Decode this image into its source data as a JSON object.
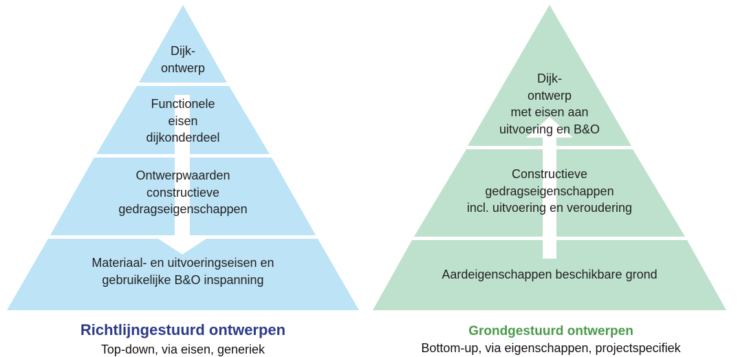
{
  "colors": {
    "left_fill": "#bde3f6",
    "right_fill": "#bee1cd",
    "arrow": "#ffffff",
    "left_title": "#2b3a8a",
    "right_title": "#4a9a4a"
  },
  "left": {
    "levels": [
      "Dijk-\nontwerp",
      "Functionele\neisen\ndijkonderdeel",
      "Ontwerpwaarden\nconstructieve\ngedragseigenschappen",
      "Materiaal- en uitvoeringseisen en\ngebruikelijke B&O inspanning"
    ],
    "arrow_direction": "down",
    "title": "Richtlijngestuurd ontwerpen",
    "subtitle": "Top-down, via eisen, generiek"
  },
  "right": {
    "levels": [
      "Dijk-\nontwerp\nmet eisen aan\nuitvoering en B&O",
      "Constructieve\ngedragseigenschappen\nincl. uitvoering en veroudering",
      "Aardeigenschappen beschikbare grond"
    ],
    "arrow_direction": "up",
    "title": "Grondgestuurd ontwerpen",
    "subtitle": "Bottom-up, via eigenschappen, projectspecifiek"
  }
}
